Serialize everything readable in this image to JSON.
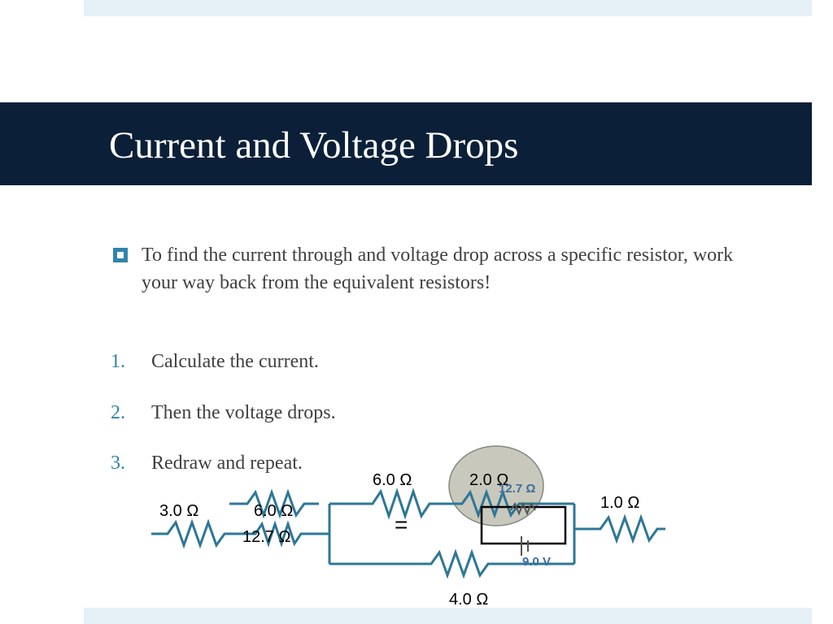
{
  "slide": {
    "title": "Current and Voltage Drops",
    "intro": "To find the current through and voltage drop across a specific resistor, work your way back from the equivalent resistors!",
    "steps": [
      {
        "num": "1.",
        "text": "Calculate the current."
      },
      {
        "num": "2.",
        "text": "Then the voltage drops."
      },
      {
        "num": "3.",
        "text": "Redraw and repeat."
      }
    ]
  },
  "circuit": {
    "labels": {
      "r_3": "3.0 Ω",
      "r_6_left": "6.0 Ω",
      "r_12_7": "12.7 Ω",
      "r_6_top": "6.0 Ω",
      "r_2": "2.0 Ω",
      "r_1": "1.0 Ω",
      "r_4": "4.0 Ω",
      "equals": "=",
      "overlay_resistance": "12.7 Ω",
      "overlay_voltage": "9.0 V"
    },
    "colors": {
      "wire": "#2e7797",
      "highlight_circle": "#c9c8bc",
      "title_bar": "#0b2038",
      "accent": "#3183ad"
    }
  }
}
